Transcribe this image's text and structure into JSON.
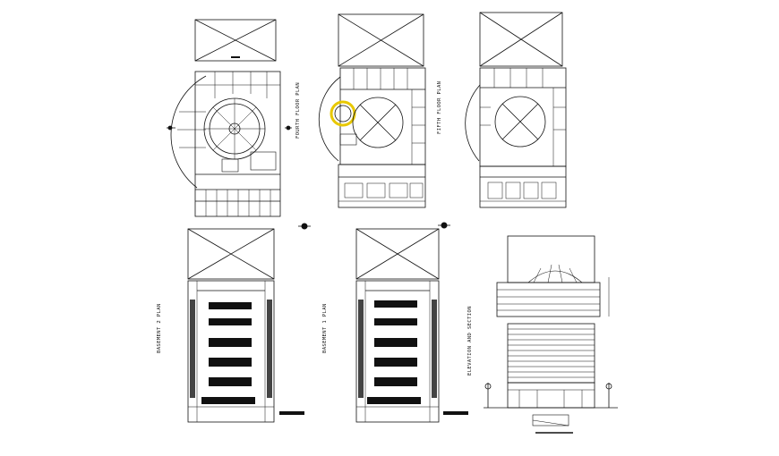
{
  "drawing": {
    "labels": {
      "fourth_floor": "FOURTH FLOOR PLAN",
      "fifth_floor": "FIFTH FLOOR PLAN",
      "basement_2": "BASEMENT 2 PLAN",
      "basement_1": "BASEMENT 1 PLAN",
      "elevation": "ELEVATION AND SECTION"
    },
    "colors": {
      "line": "#111111",
      "background": "#ffffff",
      "highlight": "#e8c800"
    }
  }
}
